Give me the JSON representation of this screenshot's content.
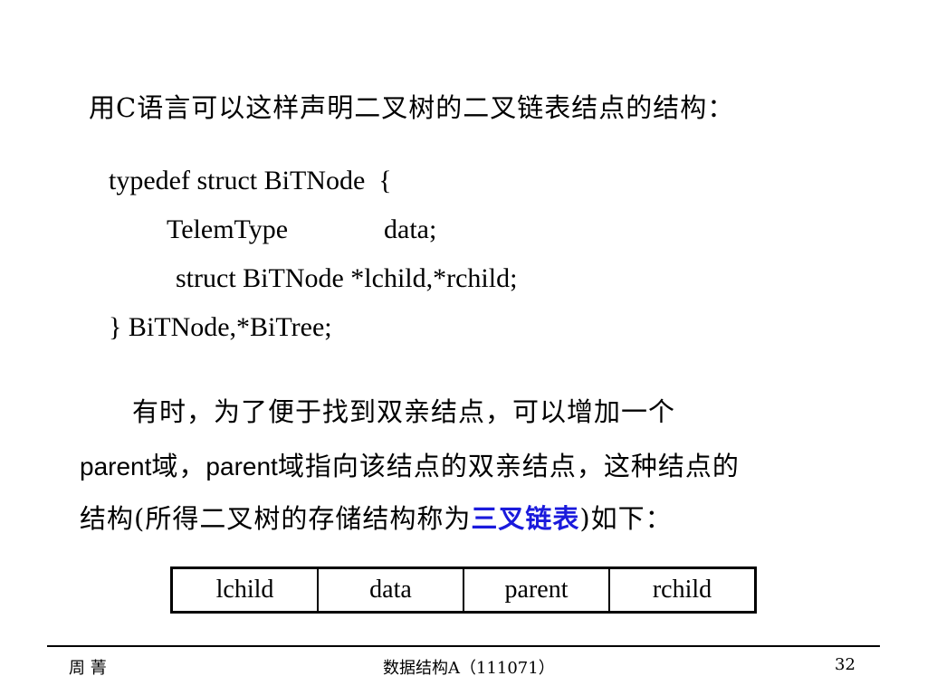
{
  "heading": "用C语言可以这样声明二叉树的二叉链表结点的结构：",
  "code": {
    "line1": "typedef struct BiTNode  {",
    "line2a": "TelemType",
    "line2b": "data;",
    "line3": "struct BiTNode *lchild,*rchild;",
    "line4": "} BiTNode,*BiTree;"
  },
  "paragraph": {
    "line1": "有时，为了便于找到双亲结点，可以增加一个",
    "line2_word1": "parent",
    "line2_text1": "域，",
    "line2_word2": "parent",
    "line2_text2": "域指向该结点的双亲结点，这种结点的",
    "line3_text1": "结构(所得二叉树的存储结构称为",
    "line3_highlight": "三叉链表",
    "line3_text2": ")如下："
  },
  "table": {
    "cells": [
      "lchild",
      "data",
      "parent",
      "rchild"
    ]
  },
  "footer": {
    "author": "周 菁",
    "course": "数据结构A（111071）",
    "page": "32"
  },
  "colors": {
    "highlight": "#1a1adc",
    "text": "#000000"
  }
}
